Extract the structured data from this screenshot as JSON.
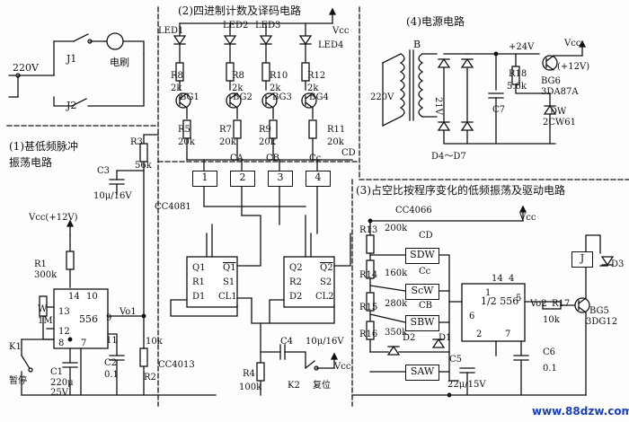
{
  "sections": {
    "s1": "(1)甚低频脉冲\n振荡电路",
    "s2": "(2)四进制计数及译码电路",
    "s3": "(3)占空比按程序变化的低频振荡及驱动电路",
    "s4": "(4)电源电路"
  },
  "motor": {
    "voltage": "220V",
    "j1": "J1",
    "j2": "J2",
    "label": "电刷"
  },
  "osc": {
    "vcc": "Vcc(+12V)",
    "r1": "R1",
    "r1v": "300k",
    "w": "W",
    "wv": "1M",
    "ic": "556",
    "pins": [
      "14",
      "10",
      "13",
      "12",
      "8",
      "7",
      "9",
      "11"
    ],
    "vo1": "Vo1",
    "r3": "R3",
    "r3v": "56k",
    "c3": "C3",
    "c3v": "10μ/16V",
    "k1": "K1",
    "stop": "暂停",
    "c1": "C1",
    "c1v": "220μ",
    "c1v2": "25V",
    "c2": "C2",
    "c2v": "0.1",
    "r2": "R2",
    "r2v": "10k"
  },
  "counter": {
    "vcc": "Vcc",
    "leds": [
      "LED1",
      "LED2",
      "LED3",
      "LED4"
    ],
    "rTop": [
      "R8",
      "R8",
      "R10",
      "R12"
    ],
    "rTopV": [
      "2k",
      "2k",
      "2k",
      "2k"
    ],
    "bgs": [
      "BG1",
      "BG2",
      "BG3",
      "BG4"
    ],
    "rBot": [
      "R5",
      "R7",
      "R9",
      "R11"
    ],
    "rBotV": [
      "20k",
      "20k",
      "20k",
      "20k"
    ],
    "nets": [
      "CA",
      "CB",
      "Cc",
      "CD"
    ],
    "gates": [
      "1",
      "2",
      "3",
      "4"
    ],
    "and_ic": "CC4081",
    "ff_ic": "CC4013",
    "ff1": {
      "q1": "Q1",
      "q1b": "Q1",
      "d1": "D1",
      "r1": "R1",
      "s1": "S1",
      "cl1": "CL1"
    },
    "ff2": {
      "q2": "Q2",
      "q2b": "Q2",
      "d2": "D2",
      "r2": "R2",
      "s2": "S2",
      "cl2": "CL2"
    },
    "c4": "C4",
    "c4v": "10μ/16V",
    "r4": "R4",
    "r4v": "100k",
    "k2": "K2",
    "reset": "复位",
    "vcc2": "Vcc"
  },
  "power": {
    "b": "B",
    "v220": "220V",
    "v21": "21V",
    "d4d7": "D4～D7",
    "c7": "C7",
    "r18": "R18",
    "r18v": "5.6k",
    "bg6": "BG6",
    "bg6v": "3DA87A",
    "dw": "DW",
    "dwv": "2CW61",
    "p24": "+24V",
    "vcc": "Vcc",
    "p12": "(+12V)"
  },
  "driver": {
    "cc4066": "CC4066",
    "vcc": "Vcc",
    "r13": "R13",
    "r13v": "200k",
    "r14": "R14",
    "r14v": "160k",
    "r15": "R15",
    "r15v": "280k",
    "r16": "R16",
    "r16v": "350k",
    "sw": [
      "SDW",
      "ScW",
      "SBW",
      "SAW"
    ],
    "nets": [
      "CD",
      "Cc",
      "CB"
    ],
    "d1": "D1",
    "d2": "D2",
    "ic": "1/2 556",
    "pins": [
      "14",
      "4",
      "5",
      "6",
      "2",
      "7",
      "1"
    ],
    "c5": "C5",
    "c5v": "22μ/15V",
    "c6": "C6",
    "c6v": "0.1",
    "vo2": "Vo2",
    "r17": "R17",
    "r17v": "10k",
    "bg5": "BG5",
    "bg5v": "3DG12",
    "j": "J",
    "d3": "D3"
  },
  "watermark": "www.88dzw.com"
}
